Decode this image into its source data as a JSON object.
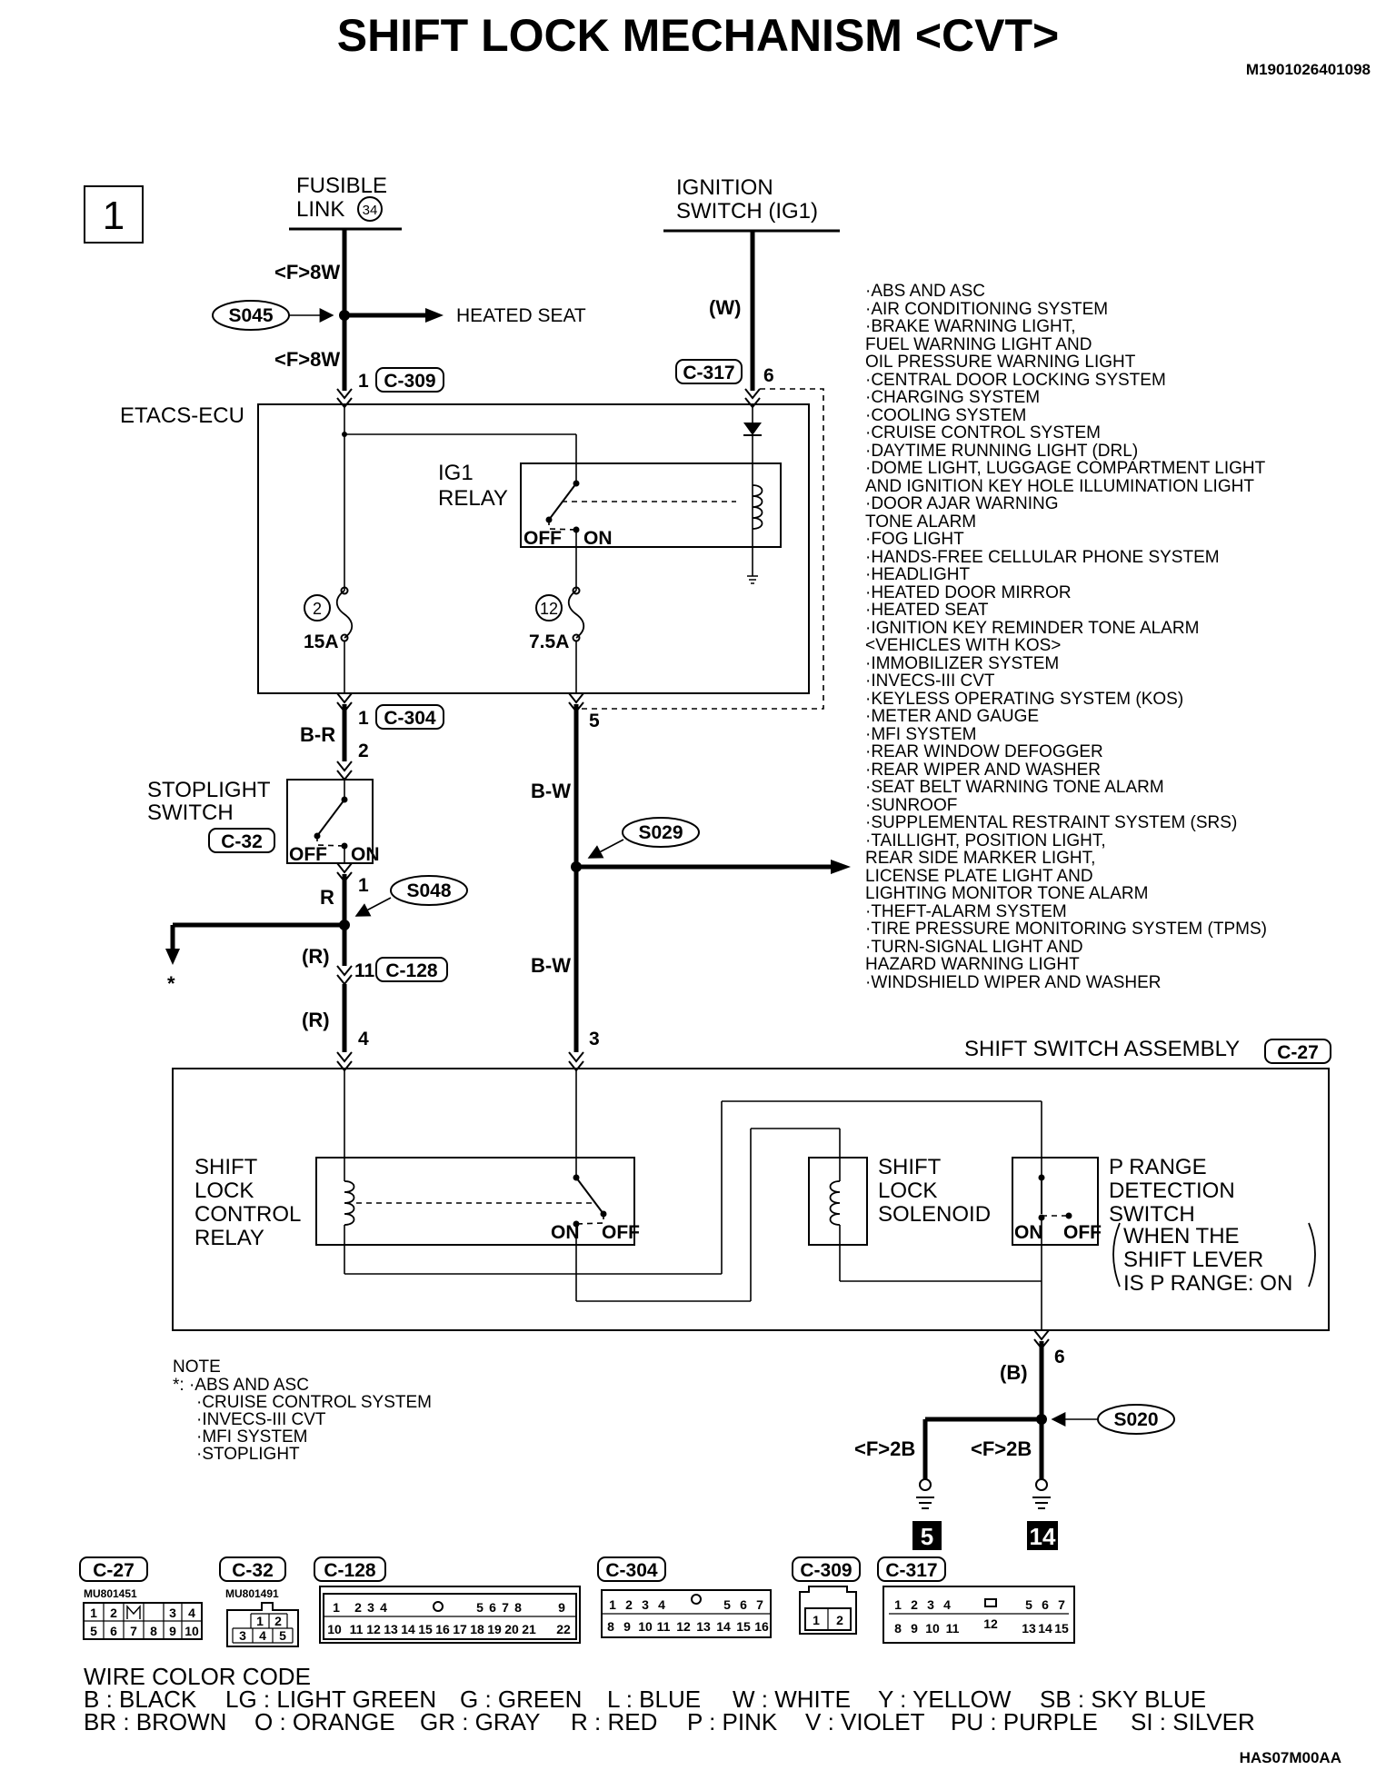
{
  "title": "SHIFT LOCK MECHANISM <CVT>",
  "doc_id": "M1901026401098",
  "page_number": "1",
  "footer_code": "HAS07M00AA",
  "supplies": {
    "fusible_link_line1": "FUSIBLE",
    "fusible_link_line2": "LINK",
    "fusible_link_number": "34",
    "ignition_switch_line1": "IGNITION",
    "ignition_switch_line2": "SWITCH (IG1)"
  },
  "wires": {
    "f8w_top": "<F>8W",
    "f8w_bottom": "<F>8W",
    "w": "(W)",
    "b_r": "B-R",
    "b_w_upper": "B-W",
    "b_w_lower": "B-W",
    "r": "R",
    "r_paren_upper": "(R)",
    "r_paren_lower": "(R)",
    "b_paren": "(B)",
    "f2b_left": "<F>2B",
    "f2b_right": "<F>2B"
  },
  "splices": {
    "s045": "S045",
    "s029": "S029",
    "s048": "S048",
    "s020": "S020"
  },
  "labels": {
    "heated_seat": "HEATED SEAT",
    "etacs_ecu": "ETACS-ECU",
    "ig1_relay_line1": "IG1",
    "ig1_relay_line2": "RELAY",
    "off": "OFF",
    "on": "ON",
    "fuse2_number": "2",
    "fuse2_rating": "15A",
    "fuse12_number": "12",
    "fuse12_rating": "7.5A",
    "stoplight_switch_line1": "STOPLIGHT",
    "stoplight_switch_line2": "SWITCH",
    "shift_switch_assembly": "SHIFT SWITCH ASSEMBLY",
    "slcr_line1": "SHIFT",
    "slcr_line2": "LOCK",
    "slcr_line3": "CONTROL",
    "slcr_line4": "RELAY",
    "sls_line1": "SHIFT",
    "sls_line2": "LOCK",
    "sls_line3": "SOLENOID",
    "prd_line1": "P RANGE",
    "prd_line2": "DETECTION",
    "prd_line3": "SWITCH",
    "prd_line4": "WHEN THE",
    "prd_line5": "SHIFT LEVER",
    "prd_line6": "IS P RANGE: ON",
    "asterisk": "*"
  },
  "connectors": {
    "c309": "C-309",
    "c317": "C-317",
    "c304": "C-304",
    "c32": "C-32",
    "c128": "C-128",
    "c27": "C-27"
  },
  "pins": {
    "c309_pin": "1",
    "c317_pin": "6",
    "c304_pin_in": "1",
    "c304_pin_5": "5",
    "c32_pin_2": "2",
    "c32_pin_1": "1",
    "c128_pin": "11",
    "c27_pin_4": "4",
    "c27_pin_3": "3",
    "c27_pin_6": "6"
  },
  "grounds": {
    "ground_left": "5",
    "ground_right": "14"
  },
  "systems_list": [
    "·ABS AND ASC",
    "·AIR CONDITIONING SYSTEM",
    "·BRAKE WARNING LIGHT,",
    " FUEL WARNING LIGHT AND",
    " OIL PRESSURE WARNING LIGHT",
    "·CENTRAL DOOR LOCKING SYSTEM",
    "·CHARGING SYSTEM",
    "·COOLING SYSTEM",
    "·CRUISE CONTROL SYSTEM",
    "·DAYTIME RUNNING LIGHT (DRL)",
    "·DOME LIGHT, LUGGAGE COMPARTMENT LIGHT",
    " AND IGNITION KEY HOLE ILLUMINATION LIGHT",
    "·DOOR AJAR WARNING",
    " TONE ALARM",
    "·FOG LIGHT",
    "·HANDS-FREE CELLULAR PHONE SYSTEM",
    "·HEADLIGHT",
    "·HEATED DOOR MIRROR",
    "·HEATED SEAT",
    "·IGNITION KEY REMINDER TONE ALARM",
    " <VEHICLES WITH KOS>",
    "·IMMOBILIZER SYSTEM",
    "·INVECS-III CVT",
    "·KEYLESS OPERATING SYSTEM (KOS)",
    "·METER AND GAUGE",
    "·MFI SYSTEM",
    "·REAR WINDOW DEFOGGER",
    "·REAR WIPER AND WASHER",
    "·SEAT BELT WARNING TONE ALARM",
    "·SUNROOF",
    "·SUPPLEMENTAL RESTRAINT SYSTEM (SRS)",
    "·TAILLIGHT, POSITION LIGHT,",
    " REAR SIDE MARKER LIGHT,",
    " LICENSE PLATE LIGHT AND",
    " LIGHTING MONITOR TONE ALARM",
    "·THEFT-ALARM SYSTEM",
    "·TIRE PRESSURE MONITORING SYSTEM (TPMS)",
    "·TURN-SIGNAL LIGHT AND",
    " HAZARD WARNING LIGHT",
    "·WINDSHIELD WIPER AND WASHER"
  ],
  "note": {
    "heading": "NOTE",
    "lines": [
      "*: ·ABS AND ASC",
      "·CRUISE CONTROL SYSTEM",
      "·INVECS-III CVT",
      "·MFI SYSTEM",
      "·STOPLIGHT"
    ]
  },
  "connector_views": {
    "c27": {
      "label": "C-27",
      "part": "MU801451",
      "row1": [
        "1",
        "2",
        "",
        "3",
        "4"
      ],
      "row2": [
        "5",
        "6",
        "7",
        "8",
        "9",
        "10"
      ]
    },
    "c32": {
      "label": "C-32",
      "part": "MU801491",
      "row1": [
        "1",
        "2"
      ],
      "row2": [
        "3",
        "4",
        "5"
      ]
    },
    "c128": {
      "label": "C-128",
      "row1": [
        "1",
        "2",
        "3",
        "4",
        "5",
        "6",
        "7",
        "8",
        "9"
      ],
      "row2": [
        "10",
        "11",
        "12",
        "13",
        "14",
        "15",
        "16",
        "17",
        "18",
        "19",
        "20",
        "21",
        "22"
      ]
    },
    "c304": {
      "label": "C-304",
      "row1": [
        "1",
        "2",
        "3",
        "4",
        "5",
        "6",
        "7"
      ],
      "row2": [
        "8",
        "9",
        "10",
        "11",
        "12",
        "13",
        "14",
        "15",
        "16"
      ]
    },
    "c309": {
      "label": "C-309",
      "row1": [
        "1",
        "2"
      ]
    },
    "c317": {
      "label": "C-317",
      "row1": [
        "1",
        "2",
        "3",
        "4",
        "5",
        "6",
        "7"
      ],
      "row2": [
        "8",
        "9",
        "10",
        "11",
        "12",
        "13",
        "14",
        "15"
      ]
    }
  },
  "wire_color_code": {
    "heading": "WIRE COLOR CODE",
    "row1": [
      "B : BLACK",
      "LG : LIGHT GREEN",
      "G : GREEN",
      "L : BLUE",
      "W : WHITE",
      "Y : YELLOW",
      "SB : SKY BLUE"
    ],
    "row2": [
      "BR : BROWN",
      "O : ORANGE",
      "GR : GRAY",
      "R : RED",
      "P : PINK",
      "V : VIOLET",
      "PU : PURPLE",
      "SI : SILVER"
    ]
  }
}
